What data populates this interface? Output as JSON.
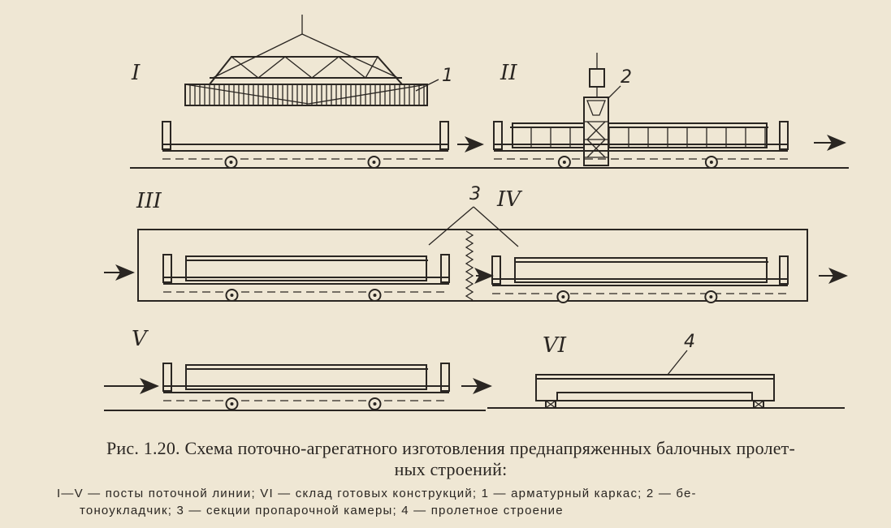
{
  "post_labels": {
    "p1": "I",
    "p2": "II",
    "p3": "III",
    "p4": "IV",
    "p5": "V",
    "p6": "VI"
  },
  "callouts": {
    "c1": "1",
    "c2": "2",
    "c3": "3",
    "c4": "4"
  },
  "caption": {
    "title_line1": "Рис. 1.20. Схема поточно-агрегатного изготовления преднапряженных балочных пролет-",
    "title_line2": "ных строений:",
    "legend_line1": "I—V — посты поточной линии; VI — склад готовых конструкций; 1 — арматурный каркас; 2 — бе-",
    "legend_line2": "тоноукладчик; 3 — секции пропарочной камеры; 4 — пролетное строение"
  }
}
